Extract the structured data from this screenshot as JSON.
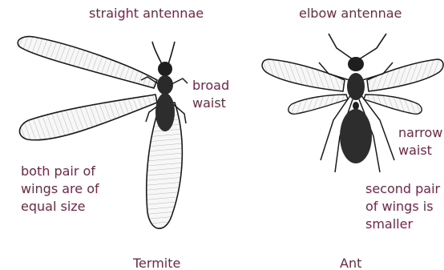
{
  "labels": {
    "straight_antennae": "straight antennae",
    "elbow_antennae": "elbow antennae",
    "broad_waist": "broad\nwaist",
    "narrow_waist": "narrow\nwaist",
    "equal_wings": "both pair of\nwings are of\nequal size",
    "smaller_wings": "second pair\nof wings is\nsmaller",
    "termite": "Termite",
    "ant": "Ant"
  },
  "colors": {
    "label": "#7a2443",
    "ink": "#1a1a1a",
    "wing": "#f4f4f4"
  }
}
